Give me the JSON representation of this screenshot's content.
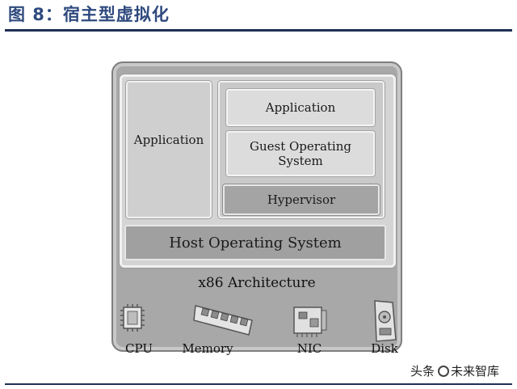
{
  "title": "图 8：宿主型虚拟化",
  "diagram": {
    "app_left": "Application",
    "app_right": "Application",
    "guest_os": "Guest Operating System",
    "hypervisor": "Hypervisor",
    "host_os": "Host Operating System",
    "architecture": "x86 Architecture",
    "hardware": [
      {
        "label": "CPU",
        "icon": "cpu-chip-icon"
      },
      {
        "label": "Memory",
        "icon": "memory-module-icon"
      },
      {
        "label": "NIC",
        "icon": "network-card-icon"
      },
      {
        "label": "Disk",
        "icon": "disk-drive-icon"
      }
    ]
  },
  "watermark": {
    "prefix": "头条",
    "name": "未来智库"
  }
}
